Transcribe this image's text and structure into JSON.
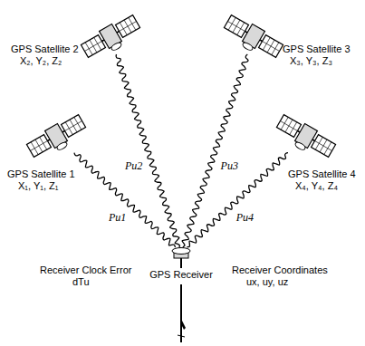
{
  "diagram": {
    "nodes": [
      {
        "text": [
          "GPS Satellite 1",
          "X₁, Y₁, Z₁"
        ]
      },
      {
        "text": [
          "GPS Satellite 2",
          "X₂, Y₂, Z₂"
        ]
      },
      {
        "text": [
          "GPS Satellite 3",
          "X₃, Y₃, Z₃"
        ]
      },
      {
        "text": [
          "GPS Satellite 4",
          "X₄, Y₄, Z₄"
        ]
      },
      {
        "text": [
          "GPS Receiver"
        ]
      }
    ],
    "edges": [
      {
        "from": 0,
        "to": 4,
        "arrow": "none",
        "label": "Pu1"
      },
      {
        "from": 1,
        "to": 4,
        "arrow": "none",
        "label": "Pu2"
      },
      {
        "from": 2,
        "to": 4,
        "arrow": "none",
        "label": "Pu3"
      },
      {
        "from": 3,
        "to": 4,
        "arrow": "none",
        "label": "Pu4"
      }
    ],
    "labels": [
      "Receiver Clock Error",
      "dTu",
      "Receiver Coordinates",
      "ux, uy, uz"
    ]
  }
}
